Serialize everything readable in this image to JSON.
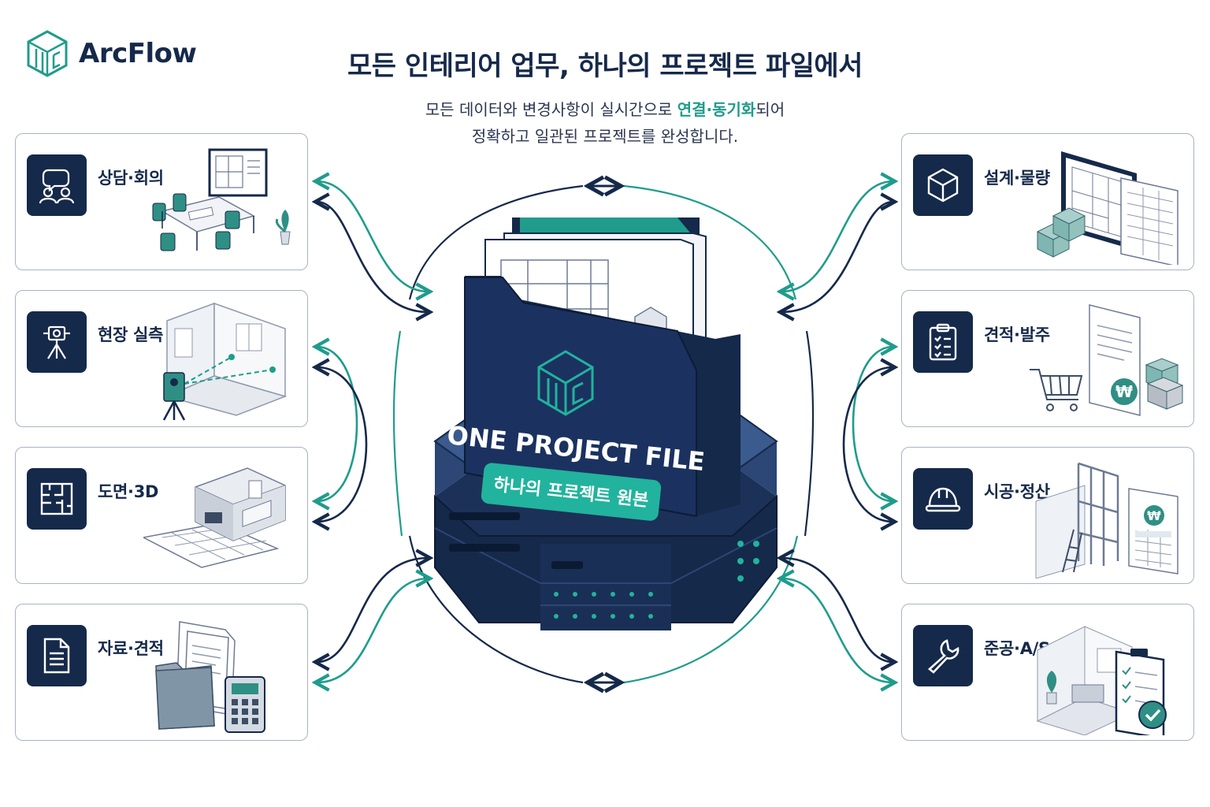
{
  "brand": {
    "name": "ArcFlow"
  },
  "header": {
    "title": "모든 인테리어 업무, 하나의 프로젝트 파일에서",
    "subtitle_line1_pre": "모든 데이터와 변경사항이 실시간으로 ",
    "subtitle_line1_hl": "연결·동기화",
    "subtitle_line1_post": "되어",
    "subtitle_line2": "정확하고 일관된 프로젝트를 완성합니다."
  },
  "center": {
    "title": "ONE PROJECT FILE",
    "badge": "하나의 프로젝트 원본"
  },
  "cards_left": [
    {
      "label": "상담·회의",
      "icon": "consultation-people-icon"
    },
    {
      "label": "현장 실측",
      "icon": "surveying-tripod-icon"
    },
    {
      "label": "도면·3D",
      "icon": "floor-plan-icon"
    },
    {
      "label": "자료·견적",
      "icon": "document-icon"
    }
  ],
  "cards_right": [
    {
      "label": "설계·물량",
      "icon": "cube-icon"
    },
    {
      "label": "견적·발주",
      "icon": "clipboard-checklist-icon"
    },
    {
      "label": "시공·정산",
      "icon": "hard-hat-icon"
    },
    {
      "label": "준공·A/S",
      "icon": "wrench-icon"
    }
  ],
  "colors": {
    "navy": "#15294a",
    "teal": "#1f9c8b",
    "border": "#a9b3c4"
  },
  "currency_symbol": "₩"
}
